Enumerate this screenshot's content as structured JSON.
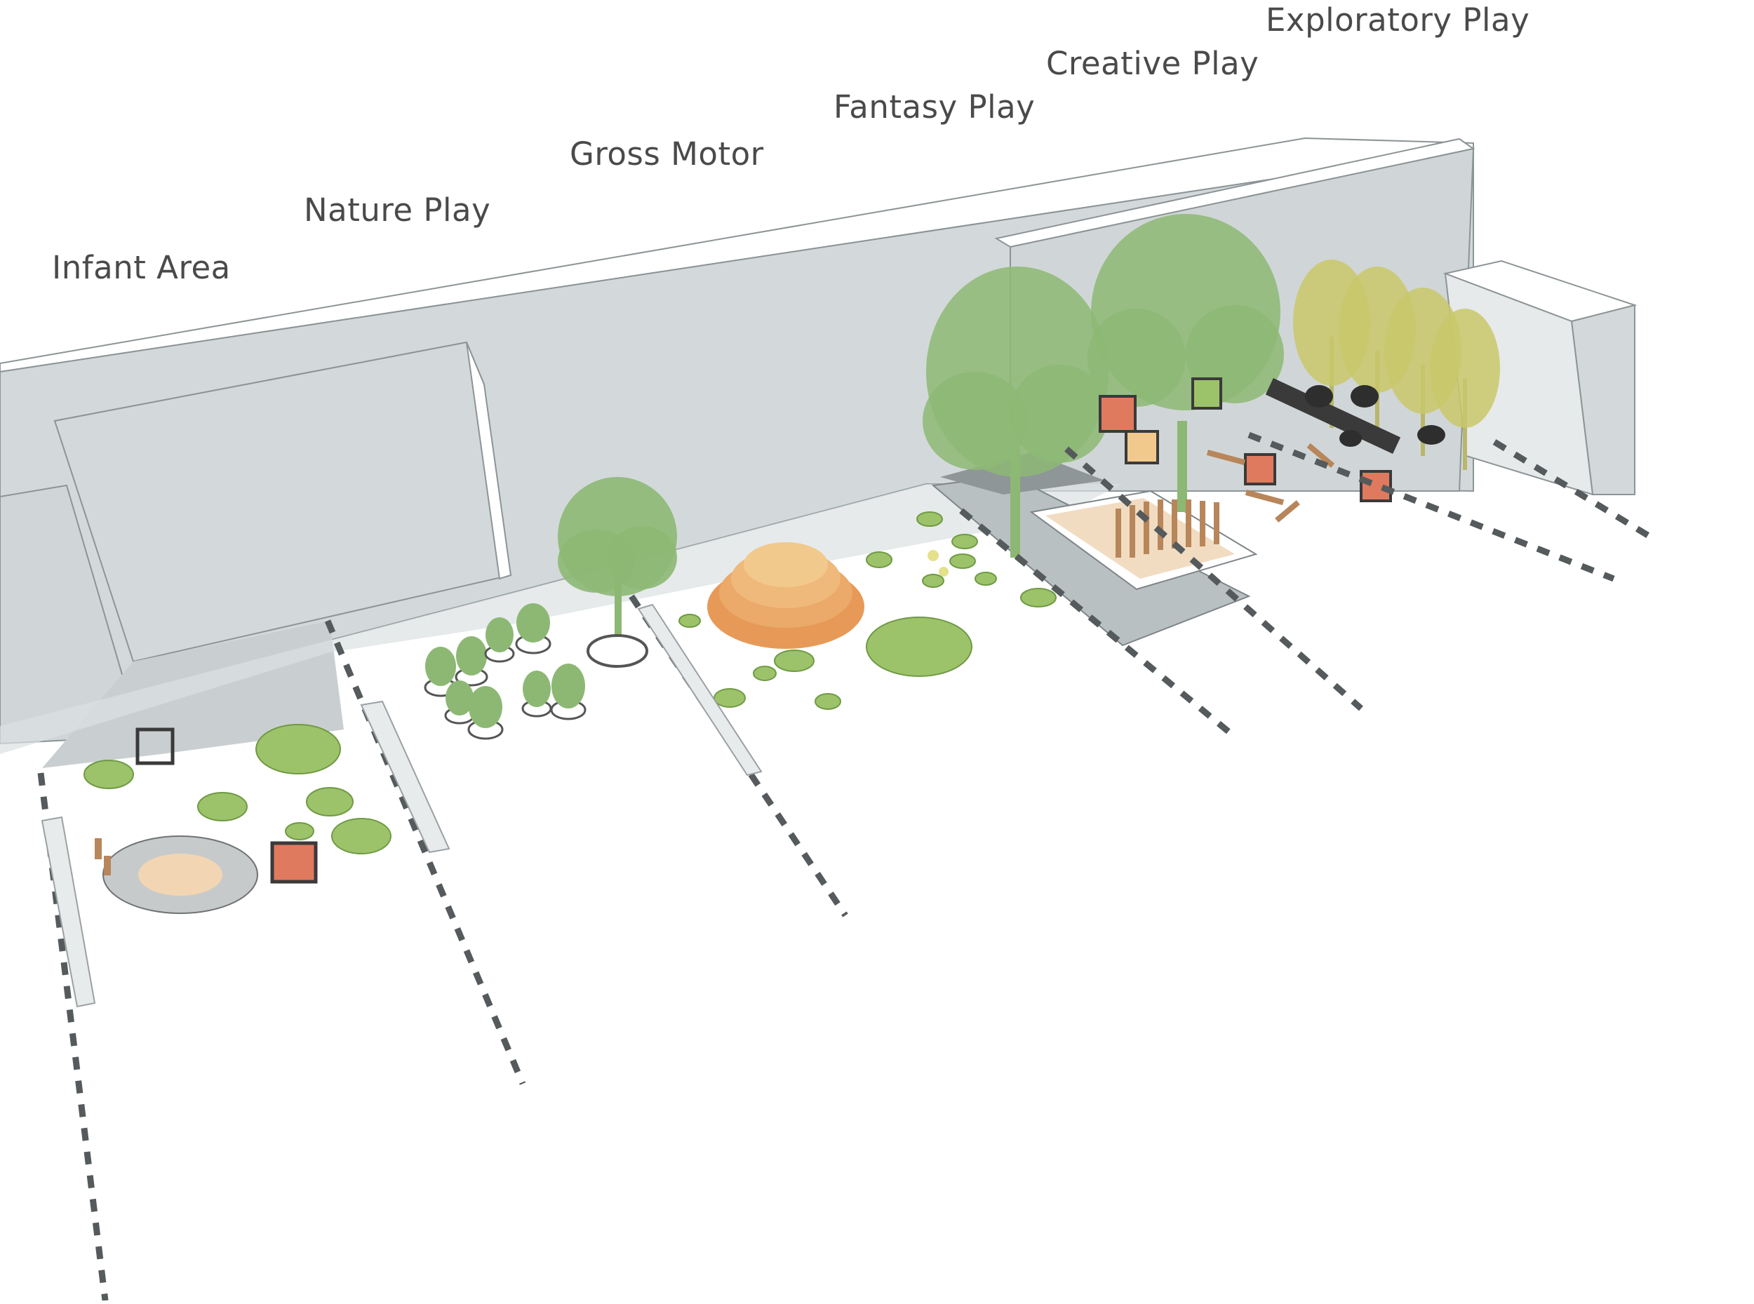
{
  "zones": {
    "infant": {
      "label": "Infant Area"
    },
    "nature": {
      "label": "Nature Play"
    },
    "gross_motor": {
      "label": "Gross Motor"
    },
    "fantasy": {
      "label": "Fantasy Play"
    },
    "creative": {
      "label": "Creative Play"
    },
    "exploratory": {
      "label": "Exploratory Play"
    }
  },
  "colors": {
    "wall_face": "#d3d9da",
    "wall_top": "#ffffff",
    "wall_edge": "#8c9496",
    "shadow": "#c9cfd0",
    "grass": "#9dc36a",
    "grass_edge": "#6f9a44",
    "tree": "#8db874",
    "tree_yellow": "#c9c86a",
    "mound_light": "#f2c98d",
    "mound_dark": "#e79a57",
    "dash": "#555a5c",
    "path": "#b9c0c2",
    "sand": "#f1dcc2",
    "log": "#b8865a"
  }
}
